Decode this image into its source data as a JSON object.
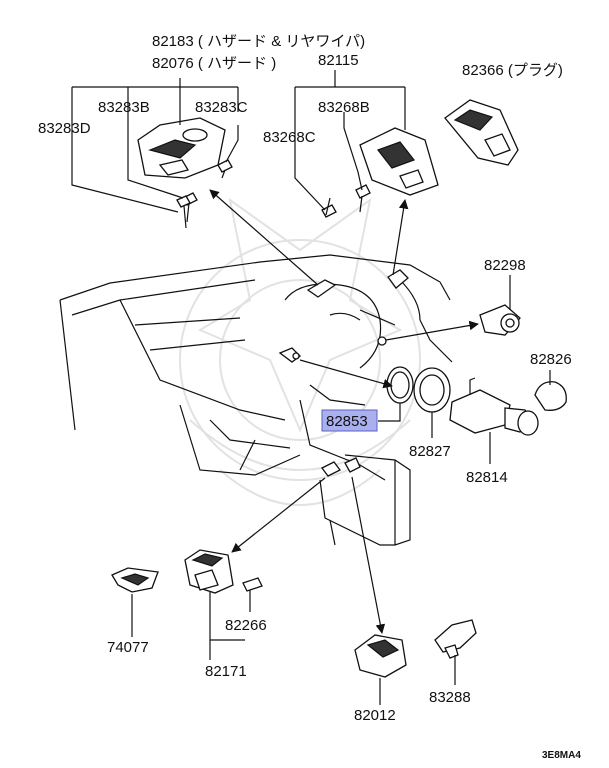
{
  "labels": {
    "p82183": "82183 ( ハザード & リヤワイパ)",
    "p82076": "82076 ( ハザード )",
    "p83283B": "83283B",
    "p83283C": "83283C",
    "p83283D": "83283D",
    "p82115": "82115",
    "p83268B": "83268B",
    "p83268C": "83268C",
    "p82366": "82366 (プラグ)",
    "p82298": "82298",
    "p82826": "82826",
    "p82853": "82853",
    "p82827": "82827",
    "p82814": "82814",
    "p74077": "74077",
    "p82266": "82266",
    "p82171": "82171",
    "p82012": "82012",
    "p83288": "83288"
  },
  "diagram_code": "3E8MA4",
  "colors": {
    "highlight": "#aab0ee",
    "line": "#111111"
  }
}
